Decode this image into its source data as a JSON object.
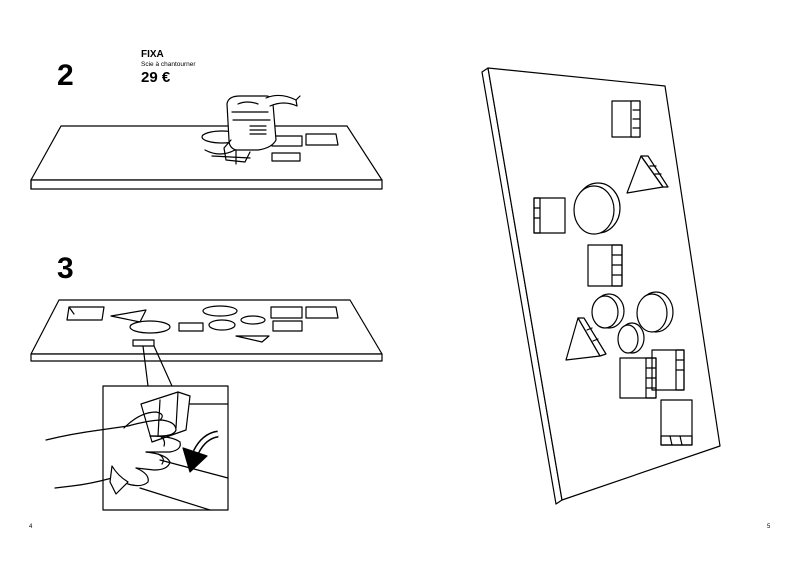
{
  "steps": {
    "step2": {
      "number": "2"
    },
    "step3": {
      "number": "3"
    }
  },
  "product": {
    "name": "FIXA",
    "description": "Scie à chantourner",
    "price": "29 €"
  },
  "pages": {
    "left": "4",
    "right": "5"
  }
}
